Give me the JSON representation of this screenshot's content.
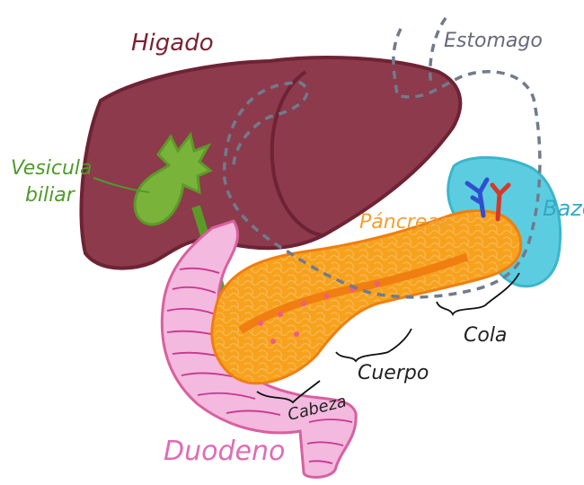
{
  "diagram": {
    "labels": {
      "liver": "Higado",
      "gallbladder_line1": "Vesicula",
      "gallbladder_line2": "biliar",
      "stomach": "Estomago",
      "pancreas": "Páncreas",
      "spleen": "Bazo",
      "tail": "Cola",
      "body": "Cuerpo",
      "head": "Cabeza",
      "duodenum": "Duodeno"
    },
    "colors": {
      "liver": "#8c3a4c",
      "liver_outline": "#6e2335",
      "gallbladder": "#7ab33a",
      "stomach_outline": "#707b8c",
      "pancreas": "#f7a21c",
      "pancreas_outline": "#f07e10",
      "spleen": "#5ccde0",
      "duodenum": "#f3b9df",
      "duodenum_lines": "#c9368f",
      "vein": "#2f4fd0",
      "artery": "#d43a2a",
      "liver_label": "#7b2232",
      "gallbladder_label": "#4f9a2b",
      "stomach_label": "#666a78",
      "pancreas_label": "#f2a030",
      "spleen_label": "#32a9c4",
      "duodenum_label": "#e06bb4",
      "part_label": "#222222"
    }
  }
}
